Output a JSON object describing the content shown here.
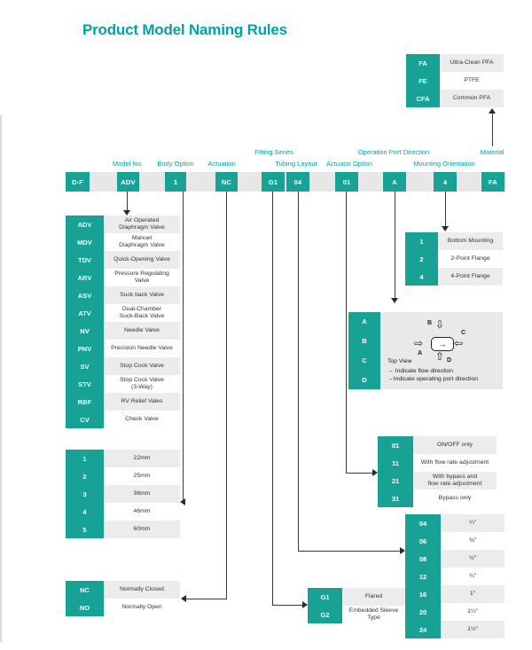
{
  "title": "Product Model Naming Rules",
  "colors": {
    "teal": "#18a295",
    "title_teal": "#00a3a3",
    "row_gray": "#ececec",
    "panel_gray": "#e9e9e9",
    "bar_gray": "#e7e7e7",
    "line": "#3a3a3a"
  },
  "model_row": {
    "segments": [
      {
        "code": "D-F"
      },
      {
        "code": "ADV"
      },
      {
        "code": "1"
      },
      {
        "code": "NC"
      },
      {
        "code": "G1"
      },
      {
        "code": "04"
      },
      {
        "code": "01"
      },
      {
        "code": "A"
      },
      {
        "code": "4"
      },
      {
        "code": "FA"
      }
    ],
    "labels": {
      "model_no": "Model No.",
      "body_option": "Body Option",
      "actuation": "Actuation",
      "fitting_series": "Fitting Series",
      "tubing_layout": "Tubing Layout",
      "actuator_option": "Actuator Option",
      "operation_port_direction": "Operation Port Direction",
      "mounting_orientation": "Mounting Orientation",
      "material": "Material"
    }
  },
  "material_table": {
    "rows": [
      {
        "code": "FA",
        "desc": "Ultra-Clean PFA"
      },
      {
        "code": "FE",
        "desc": "PTFE"
      },
      {
        "code": "CFA",
        "desc": "Common PFA"
      }
    ]
  },
  "model_table": {
    "rows": [
      {
        "code": "ADV",
        "desc": "Air Operated\nDiaphragm Valve"
      },
      {
        "code": "MDV",
        "desc": "Manuel\nDiaphragm Valve"
      },
      {
        "code": "TDV",
        "desc": "Quick-Opening Valve"
      },
      {
        "code": "ARV",
        "desc": "Pressure Regulating\nValve"
      },
      {
        "code": "ASV",
        "desc": "Suck back Valve"
      },
      {
        "code": "ATV",
        "desc": "Dual-Chamber\nSuck-Back Valve"
      },
      {
        "code": "NV",
        "desc": "Needle Valve"
      },
      {
        "code": "PNV",
        "desc": "Precision Needle Valve"
      },
      {
        "code": "SV",
        "desc": "Stop Cock Valve"
      },
      {
        "code": "STV",
        "desc": "Stop Cock Valve\n(3-Way)"
      },
      {
        "code": "RBF",
        "desc": "RV Relief Vales"
      },
      {
        "code": "CV",
        "desc": "Check Valve"
      }
    ]
  },
  "body_table": {
    "rows": [
      {
        "code": "1",
        "desc": "22mm"
      },
      {
        "code": "2",
        "desc": "25mm"
      },
      {
        "code": "3",
        "desc": "36mm"
      },
      {
        "code": "4",
        "desc": "46mm"
      },
      {
        "code": "5",
        "desc": "60mm"
      }
    ]
  },
  "actuation_table": {
    "rows": [
      {
        "code": "NC",
        "desc": "Normally Closed"
      },
      {
        "code": "NO",
        "desc": "Normally Open"
      }
    ]
  },
  "mounting_table": {
    "rows": [
      {
        "code": "1",
        "desc": "Bottom Mounting"
      },
      {
        "code": "2",
        "desc": "2-Point Flange"
      },
      {
        "code": "4",
        "desc": "4-Point Flange"
      }
    ]
  },
  "port_direction": {
    "codes": [
      "A",
      "B",
      "C",
      "D"
    ],
    "top_view": "Top View",
    "flow_legend": "Indicate flow direction",
    "port_legend": "Indicate operating port direction",
    "diagram_labels": {
      "a": "A",
      "b": "B",
      "c": "C",
      "d": "D"
    },
    "arrows": {
      "down": "⇩",
      "up": "⇧",
      "left_in": "⇨",
      "right_in": "⇦",
      "flow": "→"
    }
  },
  "actuator_table": {
    "rows": [
      {
        "code": "01",
        "desc": "ON/OFF only"
      },
      {
        "code": "11",
        "desc": "With flow rate adjustment"
      },
      {
        "code": "21",
        "desc": "With bypass and\nflow rate adjustment"
      },
      {
        "code": "31",
        "desc": "Bypass only"
      }
    ]
  },
  "tubing_table": {
    "rows": [
      {
        "code": "04",
        "desc": "¼″"
      },
      {
        "code": "06",
        "desc": "⅜″"
      },
      {
        "code": "08",
        "desc": "½″"
      },
      {
        "code": "12",
        "desc": "¾″"
      },
      {
        "code": "16",
        "desc": "1″"
      },
      {
        "code": "20",
        "desc": "1¼″"
      },
      {
        "code": "24",
        "desc": "1½″"
      }
    ]
  },
  "fitting_table": {
    "rows": [
      {
        "code": "G1",
        "desc": "Flared"
      },
      {
        "code": "G2",
        "desc": "Embedded Sleeve\nType"
      }
    ]
  }
}
